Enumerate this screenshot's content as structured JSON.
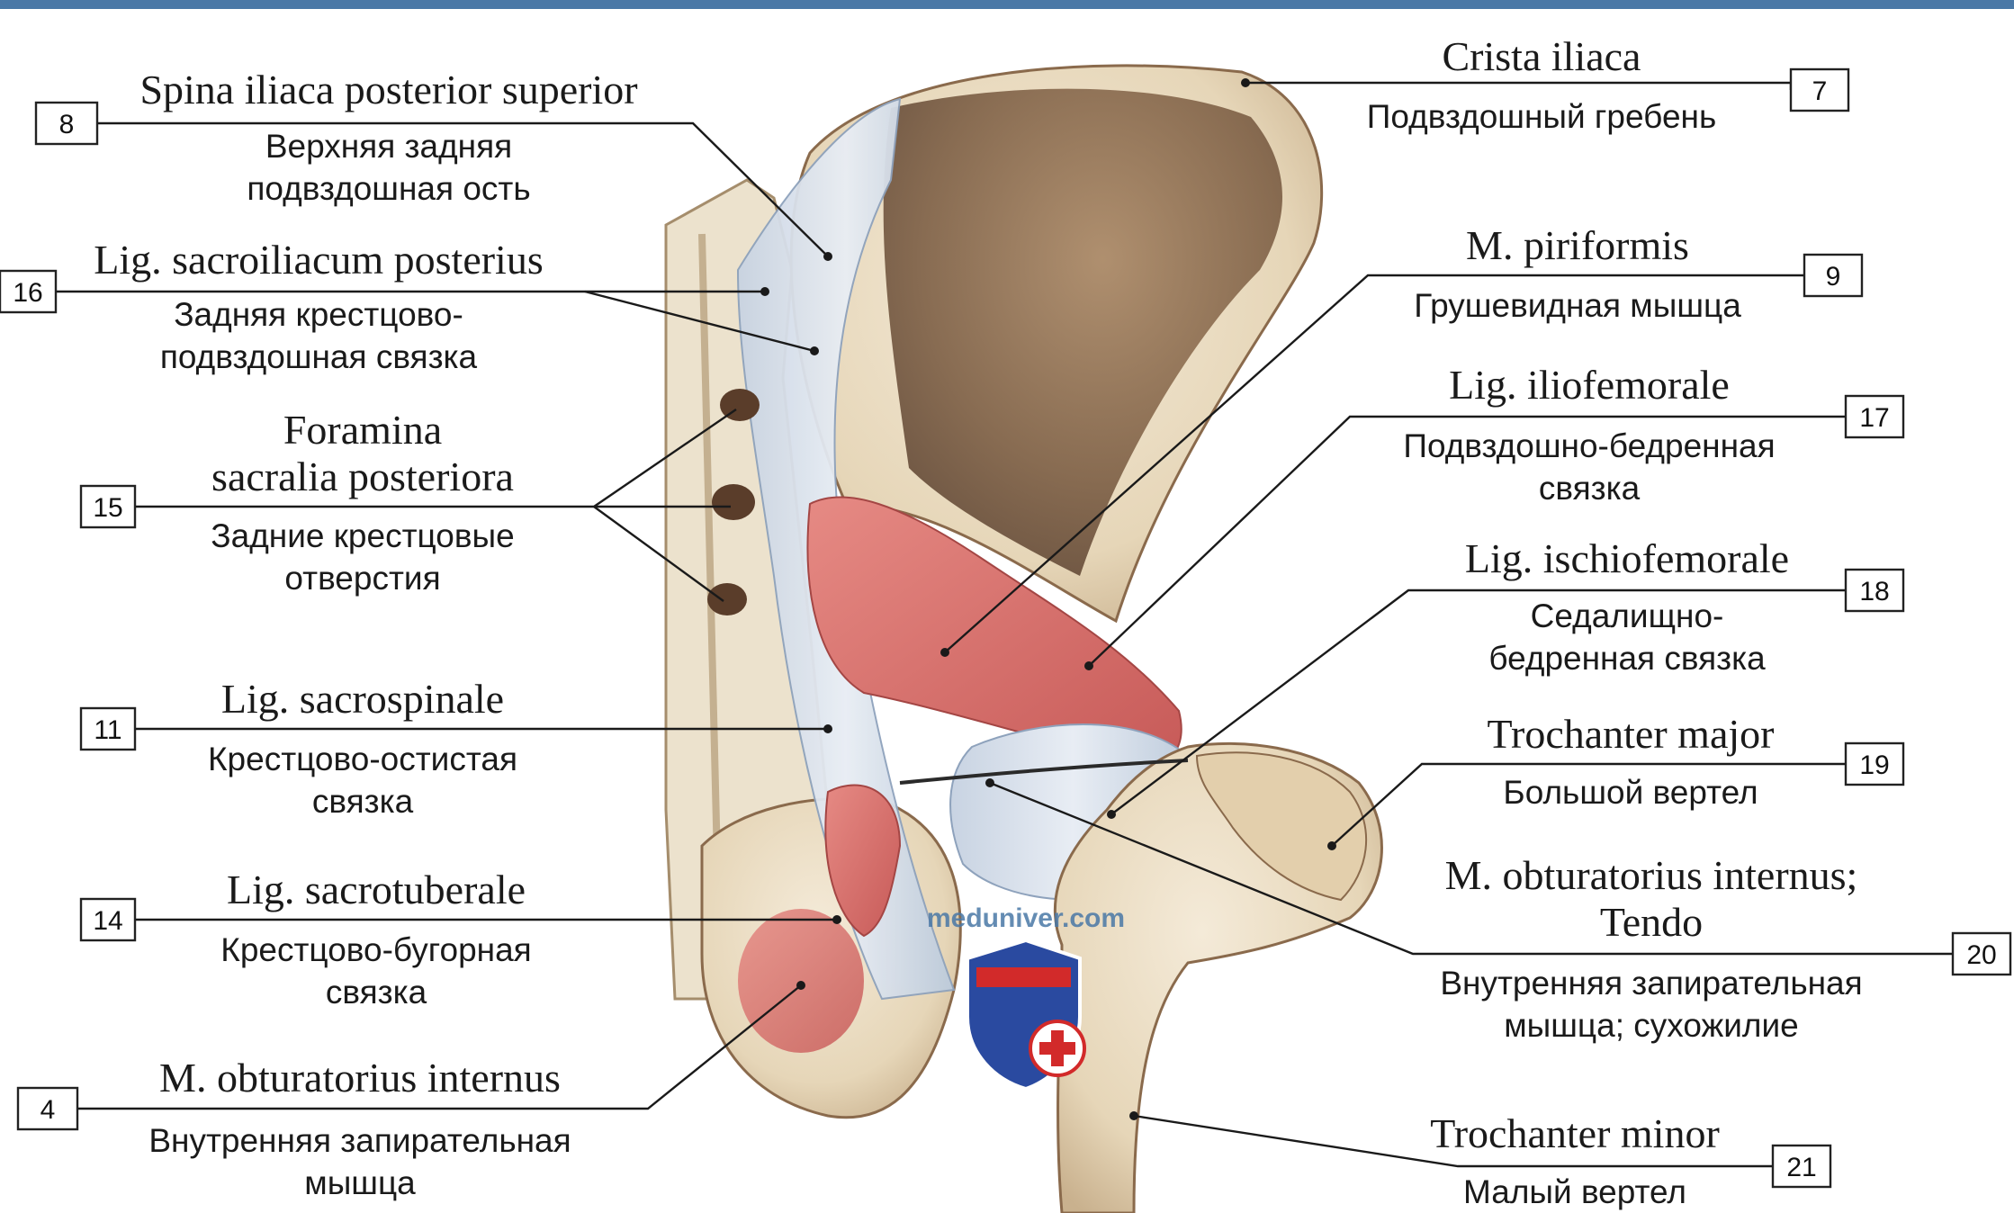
{
  "labels": [
    {
      "number": "8",
      "latin": "Spina iliaca posterior superior",
      "russian": [
        "Верхняя задняя",
        "подвздошная ость"
      ]
    },
    {
      "number": "16",
      "latin": "Lig. sacroiliacum posterius",
      "russian": [
        "Задняя крестцово-",
        "подвздошная связка"
      ]
    },
    {
      "number": "15",
      "latin": [
        "Foramina",
        "sacralia posteriora"
      ],
      "russian": [
        "Задние крестцовые",
        "отверстия"
      ]
    },
    {
      "number": "11",
      "latin": "Lig. sacrospinale",
      "russian": [
        "Крестцово-остистая",
        "связка"
      ]
    },
    {
      "number": "14",
      "latin": "Lig. sacrotuberale",
      "russian": [
        "Крестцово-бугорная",
        "связка"
      ]
    },
    {
      "number": "4",
      "latin": "M. obturatorius internus",
      "russian": [
        "Внутренняя запирательная",
        "мышца"
      ]
    },
    {
      "number": "7",
      "latin": "Crista iliaca",
      "russian": [
        "Подвздошный гребень"
      ]
    },
    {
      "number": "9",
      "latin": "M. piriformis",
      "russian": [
        "Грушевидная мышца"
      ]
    },
    {
      "number": "17",
      "latin": "Lig. iliofemorale",
      "russian": [
        "Подвздошно-бедренная",
        "связка"
      ]
    },
    {
      "number": "18",
      "latin": "Lig. ischiofemorale",
      "russian": [
        "Седалищно-",
        "бедренная связка"
      ]
    },
    {
      "number": "19",
      "latin": "Trochanter major",
      "russian": [
        "Большой вертел"
      ]
    },
    {
      "number": "20",
      "latin": [
        "M. obturatorius internus;",
        "Tendo"
      ],
      "russian": [
        "Внутренняя запирательная",
        "мышца; сухожилие"
      ]
    },
    {
      "number": "21",
      "latin": "Trochanter minor",
      "russian": [
        "Малый вертел"
      ]
    }
  ],
  "watermark": "meduniver.com",
  "colors": {
    "bone": "#e9dcc4",
    "bone_dark": "#8a6a4c",
    "ligament": "#d7dfea",
    "muscle": "#d9706e",
    "top_bar": "#4a78a6",
    "shield_blue": "#2a4aa0",
    "shield_red": "#d22a2a"
  }
}
